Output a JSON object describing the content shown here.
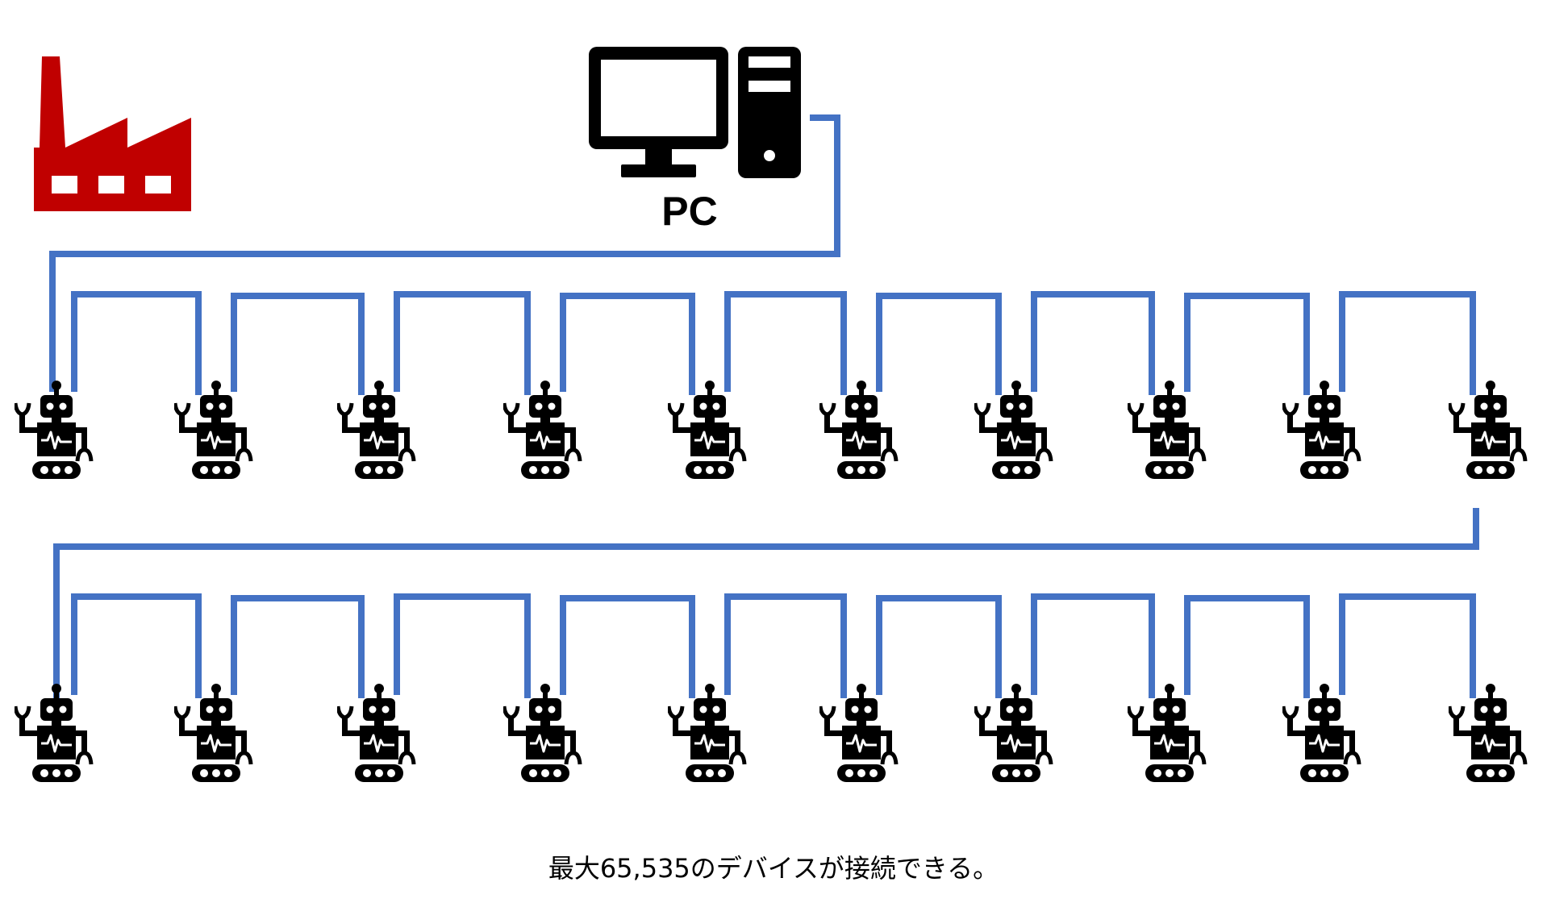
{
  "pc": {
    "label": "PC",
    "icon": "desktop-computer-icon"
  },
  "factory": {
    "icon": "factory-icon",
    "color": "#C00000"
  },
  "caption": "最大65,535のデバイスが接続できる。",
  "network": {
    "cable_color": "#4472C4",
    "device_icon": "robot-icon",
    "device_color": "#000000",
    "rows": [
      {
        "row": 1,
        "device_count": 10
      },
      {
        "row": 2,
        "device_count": 10
      }
    ]
  }
}
